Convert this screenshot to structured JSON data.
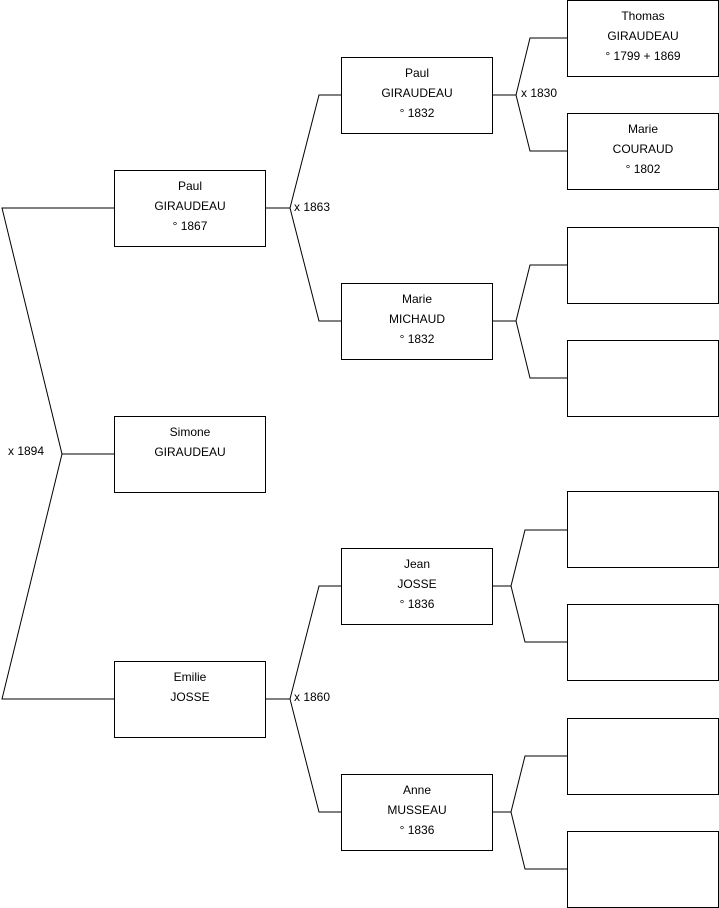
{
  "persons": {
    "subject": {
      "first": "Simone",
      "last": "GIRAUDEAU",
      "dates": ""
    },
    "father": {
      "first": "Paul",
      "last": "GIRAUDEAU",
      "dates": "° 1867"
    },
    "mother": {
      "first": "Emilie",
      "last": "JOSSE",
      "dates": ""
    },
    "pat_gf": {
      "first": "Paul",
      "last": "GIRAUDEAU",
      "dates": "° 1832"
    },
    "pat_gm": {
      "first": "Marie",
      "last": "MICHAUD",
      "dates": "° 1832"
    },
    "mat_gf": {
      "first": "Jean",
      "last": "JOSSE",
      "dates": "° 1836"
    },
    "mat_gm": {
      "first": "Anne",
      "last": "MUSSEAU",
      "dates": "° 1836"
    },
    "pat_gf_f": {
      "first": "Thomas",
      "last": "GIRAUDEAU",
      "dates": "° 1799 + 1869"
    },
    "pat_gf_m": {
      "first": "Marie",
      "last": "COURAUD",
      "dates": "° 1802"
    }
  },
  "marriages": {
    "parents": "x 1894",
    "paternal": "x 1863",
    "maternal": "x 1860",
    "pat_gf_parents": "x 1830"
  }
}
